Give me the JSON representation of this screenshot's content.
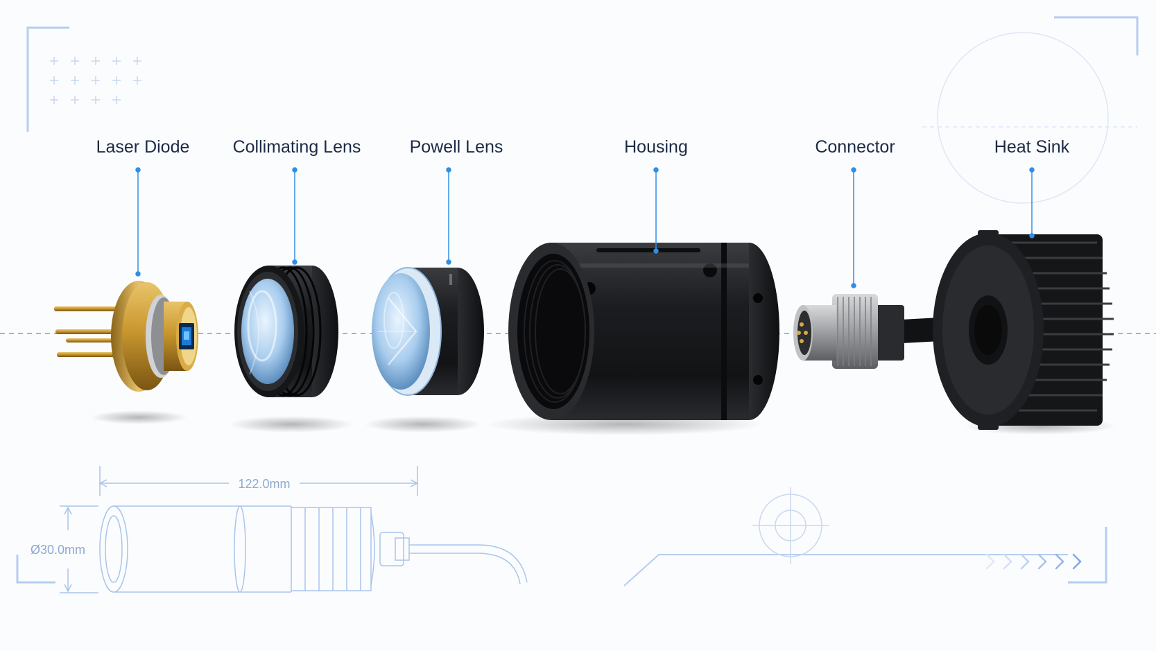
{
  "diagram": {
    "components": [
      {
        "id": "laser-diode",
        "label": "Laser Diode"
      },
      {
        "id": "collimating-lens",
        "label": "Collimating Lens"
      },
      {
        "id": "powell-lens",
        "label": "Powell Lens"
      },
      {
        "id": "housing",
        "label": "Housing"
      },
      {
        "id": "connector",
        "label": "Connector"
      },
      {
        "id": "heat-sink",
        "label": "Heat Sink"
      }
    ],
    "dimensions": {
      "length": "122.0mm",
      "diameter": "Ø30.0mm"
    }
  },
  "colors": {
    "accent": "#2f8fe6",
    "label_text": "#1c2a44",
    "blueprint": "#a9c4ea",
    "body_black": "#1a1b1e",
    "brass": "#c99a3a",
    "lens_blue": "#bcd8f2"
  }
}
